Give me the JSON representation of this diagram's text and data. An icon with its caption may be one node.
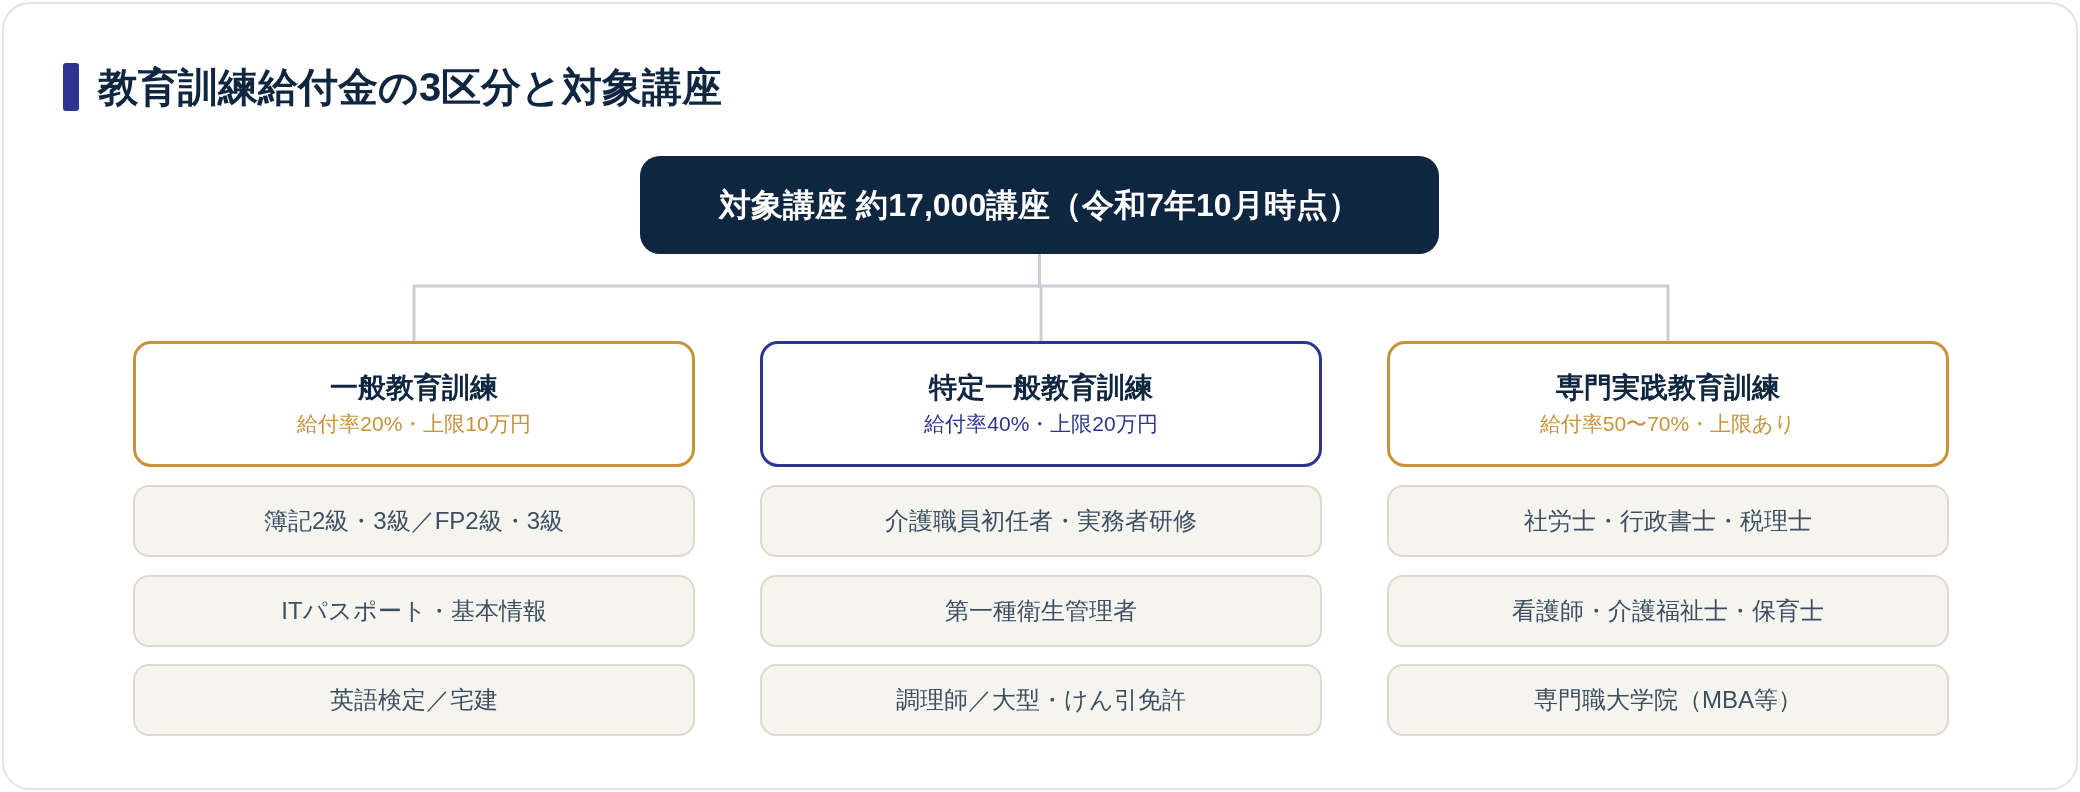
{
  "diagram": {
    "title": "教育訓練給付金の3区分と対象講座",
    "nodes": [
      {
        "text": [
          "対象講座 約17,000講座（令和7年10月時点）"
        ]
      },
      {
        "text": [
          "一般教育訓練",
          "給付率20%・上限10万円"
        ]
      },
      {
        "text": [
          "特定一般教育訓練",
          "給付率40%・上限20万円"
        ]
      },
      {
        "text": [
          "専門実践教育訓練",
          "給付率50〜70%・上限あり"
        ]
      },
      {
        "text": [
          "簿記2級・3級／FP2級・3級"
        ]
      },
      {
        "text": [
          "ITパスポート・基本情報"
        ]
      },
      {
        "text": [
          "英語検定／宅建"
        ]
      },
      {
        "text": [
          "介護職員初任者・実務者研修"
        ]
      },
      {
        "text": [
          "第一種衛生管理者"
        ]
      },
      {
        "text": [
          "調理師／大型・けん引免許"
        ]
      },
      {
        "text": [
          "社労士・行政書士・税理士"
        ]
      },
      {
        "text": [
          "看護師・介護福祉士・保育士"
        ]
      },
      {
        "text": [
          "専門職大学院（MBA等）"
        ]
      }
    ],
    "edges": [
      {
        "from": 0,
        "to": 1,
        "arrow": "none"
      },
      {
        "from": 0,
        "to": 2,
        "arrow": "none"
      },
      {
        "from": 0,
        "to": 3,
        "arrow": "none"
      }
    ]
  }
}
